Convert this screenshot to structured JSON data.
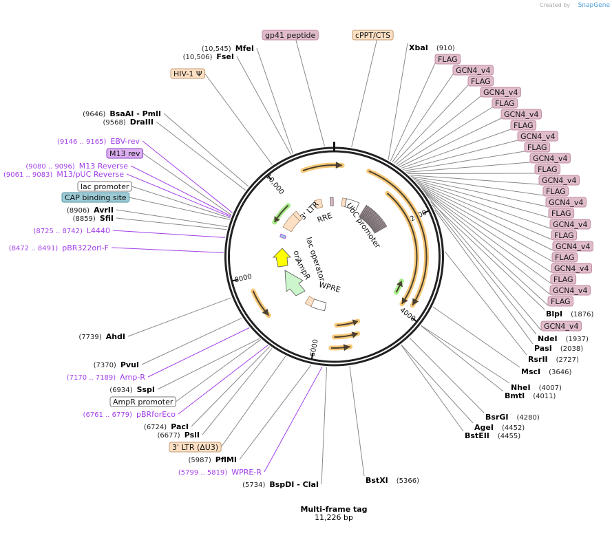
{
  "credit": {
    "prefix": "Created by",
    "brand": "SnapGene"
  },
  "plasmid": {
    "name": "Multi-frame tag",
    "length_label": "11,226 bp",
    "length_bp": 11226
  },
  "ticks": [
    "2000",
    "4000",
    "6000",
    "8000",
    "10,000"
  ],
  "inner_labels": [
    "3' LTR",
    "RRE",
    "UbC promoter",
    "lac operator",
    "ori",
    "AmpR",
    "WPRE"
  ],
  "colors": {
    "enzyme": "#000000",
    "primer": "#a23ee8",
    "orf": "#f5c26b",
    "feature_peptide": "#e0bccb",
    "feature_ltr": "#fde0c4",
    "cap": "#9ccbd6",
    "m13rev": "#dcb0f0",
    "ori": "#ffff00",
    "ampr": "#ccf5cc"
  },
  "labels": [
    {
      "kind": "enzyme",
      "name": "MfeI",
      "pos": "(10,545)"
    },
    {
      "kind": "enzyme",
      "name": "FseI",
      "pos": "(10,506)"
    },
    {
      "kind": "feature",
      "name": "HIV-1 Ψ",
      "style": "ltr"
    },
    {
      "kind": "enzyme",
      "name": "BsaAI   - PmlI",
      "pos": "(9646)"
    },
    {
      "kind": "enzyme",
      "name": "DraIII",
      "pos": "(9568)"
    },
    {
      "kind": "primer",
      "name": "EBV-rev",
      "pos": "(9146 .. 9165)"
    },
    {
      "kind": "feature",
      "name": "M13 rev",
      "style": "m13"
    },
    {
      "kind": "primer",
      "name": "M13 Reverse",
      "pos": "(9080 .. 9096)"
    },
    {
      "kind": "primer",
      "name": "M13/pUC Reverse",
      "pos": "(9061 .. 9083)"
    },
    {
      "kind": "feature",
      "name": "lac promoter",
      "style": "plain"
    },
    {
      "kind": "feature",
      "name": "CAP binding site",
      "style": "cap"
    },
    {
      "kind": "enzyme",
      "name": "AvrII",
      "pos": "(8906)"
    },
    {
      "kind": "enzyme",
      "name": "SfiI",
      "pos": "(8859)"
    },
    {
      "kind": "primer",
      "name": "L4440",
      "pos": "(8725 .. 8742)"
    },
    {
      "kind": "primer",
      "name": "pBR322ori-F",
      "pos": "(8472 .. 8491)"
    },
    {
      "kind": "enzyme",
      "name": "AhdI",
      "pos": "(7739)"
    },
    {
      "kind": "enzyme",
      "name": "PvuI",
      "pos": "(7370)"
    },
    {
      "kind": "primer",
      "name": "Amp-R",
      "pos": "(7170 .. 7189)"
    },
    {
      "kind": "enzyme",
      "name": "SspI",
      "pos": "(6934)"
    },
    {
      "kind": "feature",
      "name": "AmpR promoter",
      "style": "plain"
    },
    {
      "kind": "primer",
      "name": "pBRforEco",
      "pos": "(6761 .. 6779)"
    },
    {
      "kind": "enzyme",
      "name": "PacI",
      "pos": "(6724)"
    },
    {
      "kind": "enzyme",
      "name": "PsiI",
      "pos": "(6677)"
    },
    {
      "kind": "feature",
      "name": "3' LTR (ΔU3)",
      "style": "ltr"
    },
    {
      "kind": "enzyme",
      "name": "PflMI",
      "pos": "(5987)"
    },
    {
      "kind": "primer",
      "name": "WPRE-R",
      "pos": "(5799 .. 5819)"
    },
    {
      "kind": "enzyme",
      "name": "BspDI   - ClaI",
      "pos": "(5734)"
    },
    {
      "kind": "feature",
      "name": "gp41 peptide",
      "style": "pep"
    },
    {
      "kind": "feature",
      "name": "cPPT/CTS",
      "style": "ltr"
    },
    {
      "kind": "enzyme",
      "name": "XbaI",
      "pos": "(910)"
    },
    {
      "kind": "feature",
      "name": "FLAG",
      "style": "pep"
    },
    {
      "kind": "feature",
      "name": "GCN4_v4",
      "style": "pep"
    },
    {
      "kind": "feature",
      "name": "FLAG",
      "style": "pep"
    },
    {
      "kind": "feature",
      "name": "GCN4_v4",
      "style": "pep"
    },
    {
      "kind": "feature",
      "name": "FLAG",
      "style": "pep"
    },
    {
      "kind": "feature",
      "name": "GCN4_v4",
      "style": "pep"
    },
    {
      "kind": "feature",
      "name": "FLAG",
      "style": "pep"
    },
    {
      "kind": "feature",
      "name": "GCN4_v4",
      "style": "pep"
    },
    {
      "kind": "feature",
      "name": "FLAG",
      "style": "pep"
    },
    {
      "kind": "feature",
      "name": "GCN4_v4",
      "style": "pep"
    },
    {
      "kind": "feature",
      "name": "FLAG",
      "style": "pep"
    },
    {
      "kind": "feature",
      "name": "GCN4_v4",
      "style": "pep"
    },
    {
      "kind": "feature",
      "name": "FLAG",
      "style": "pep"
    },
    {
      "kind": "feature",
      "name": "GCN4_v4",
      "style": "pep"
    },
    {
      "kind": "feature",
      "name": "FLAG",
      "style": "pep"
    },
    {
      "kind": "feature",
      "name": "GCN4_v4",
      "style": "pep"
    },
    {
      "kind": "feature",
      "name": "FLAG",
      "style": "pep"
    },
    {
      "kind": "feature",
      "name": "GCN4_v4",
      "style": "pep"
    },
    {
      "kind": "feature",
      "name": "FLAG",
      "style": "pep"
    },
    {
      "kind": "feature",
      "name": "GCN4_v4",
      "style": "pep"
    },
    {
      "kind": "feature",
      "name": "FLAG",
      "style": "pep"
    },
    {
      "kind": "feature",
      "name": "GCN4_v4",
      "style": "pep"
    },
    {
      "kind": "feature",
      "name": "FLAG",
      "style": "pep"
    },
    {
      "kind": "enzyme",
      "name": "BlpI",
      "pos": "(1876)"
    },
    {
      "kind": "feature",
      "name": "GCN4_v4",
      "style": "pep"
    },
    {
      "kind": "enzyme",
      "name": "NdeI",
      "pos": "(1937)"
    },
    {
      "kind": "enzyme",
      "name": "PasI",
      "pos": "(2038)"
    },
    {
      "kind": "enzyme",
      "name": "RsrII",
      "pos": "(2727)"
    },
    {
      "kind": "enzyme",
      "name": "MscI",
      "pos": "(3646)"
    },
    {
      "kind": "enzyme",
      "name": "NheI",
      "pos": "(4007)"
    },
    {
      "kind": "enzyme",
      "name": "BmtI",
      "pos": "(4011)"
    },
    {
      "kind": "enzyme",
      "name": "BsrGI",
      "pos": "(4280)"
    },
    {
      "kind": "enzyme",
      "name": "AgeI",
      "pos": "(4452)"
    },
    {
      "kind": "enzyme",
      "name": "BstEII",
      "pos": "(4455)"
    },
    {
      "kind": "enzyme",
      "name": "BstXI",
      "pos": "(5366)"
    }
  ]
}
